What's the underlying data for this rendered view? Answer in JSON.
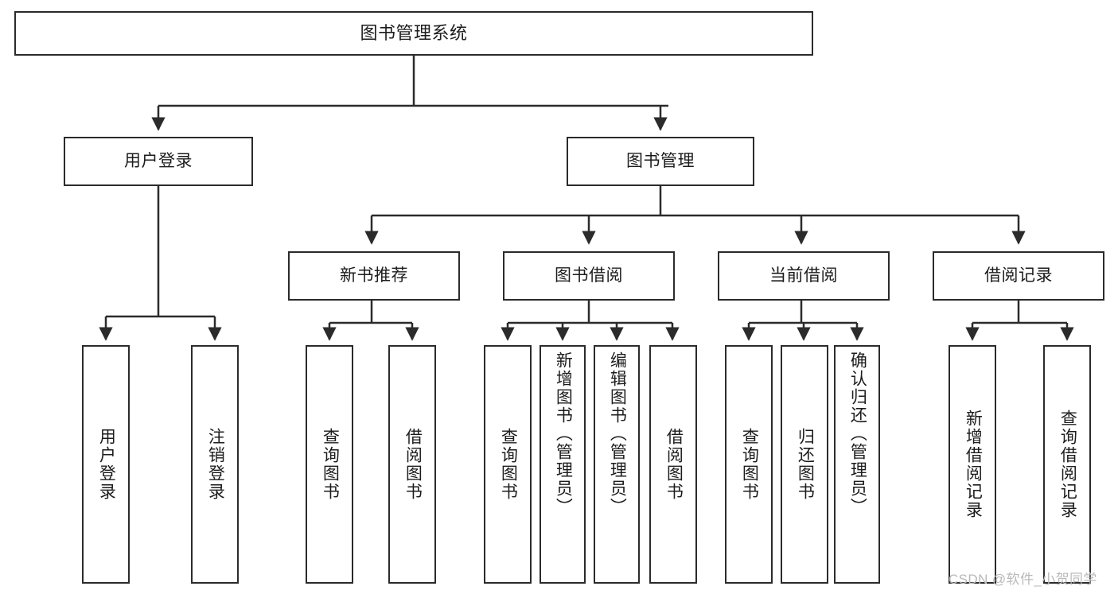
{
  "diagram": {
    "title": "图书管理系统",
    "type": "tree-structure-chart",
    "watermark": "CSDN @软件_小贺同学",
    "colors": {
      "background": "#ffffff",
      "border": "#2b2b2b",
      "text": "#1c1c1c",
      "edge": "#2b2b2b",
      "watermark": "#b9b9b9"
    },
    "nodes": {
      "root": {
        "label": "图书管理系统"
      },
      "level2": [
        {
          "id": "user-login",
          "label": "用户登录"
        },
        {
          "id": "book-manage",
          "label": "图书管理"
        }
      ],
      "level3": [
        {
          "id": "new-book-recommend",
          "label": "新书推荐"
        },
        {
          "id": "book-borrow",
          "label": "图书借阅"
        },
        {
          "id": "current-borrow",
          "label": "当前借阅"
        },
        {
          "id": "borrow-record",
          "label": "借阅记录"
        }
      ],
      "leaves": {
        "user_login": [
          {
            "id": "leaf-user-login",
            "label": "用户登录"
          },
          {
            "id": "leaf-logout-login",
            "label": "注销登录"
          }
        ],
        "new_book_recommend": [
          {
            "id": "leaf-query-book-1",
            "label": "查询图书"
          },
          {
            "id": "leaf-borrow-book-1",
            "label": "借阅图书"
          }
        ],
        "book_borrow": [
          {
            "id": "leaf-query-book-2",
            "label": "查询图书"
          },
          {
            "id": "leaf-add-book",
            "label": "新增图书（管理员）"
          },
          {
            "id": "leaf-edit-book",
            "label": "编辑图书（管理员）"
          },
          {
            "id": "leaf-borrow-book-2",
            "label": "借阅图书"
          }
        ],
        "current_borrow": [
          {
            "id": "leaf-query-book-3",
            "label": "查询图书"
          },
          {
            "id": "leaf-return-book",
            "label": "归还图书"
          },
          {
            "id": "leaf-confirm-return",
            "label": "确认归还（管理员）"
          }
        ],
        "borrow_record": [
          {
            "id": "leaf-add-record",
            "label": "新增借阅记录"
          },
          {
            "id": "leaf-query-record",
            "label": "查询借阅记录"
          }
        ]
      }
    }
  }
}
